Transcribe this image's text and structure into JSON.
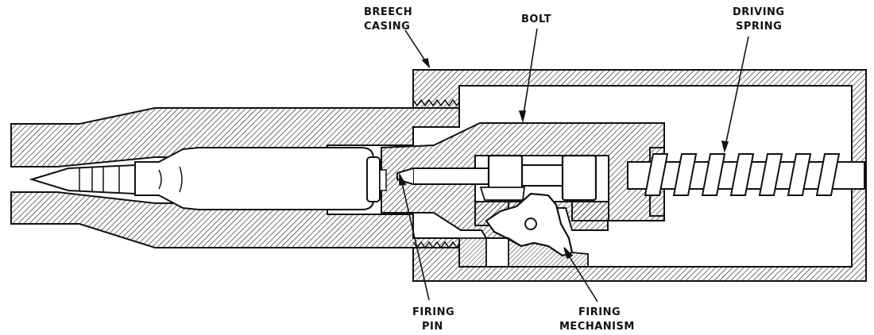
{
  "labels": {
    "breech_casing_1": "BREECH",
    "breech_casing_2": "CASING",
    "bolt": "BOLT",
    "driving_spring_1": "DRIVING",
    "driving_spring_2": "SPRING",
    "firing_pin_1": "FIRING",
    "firing_pin_2": "PIN",
    "firing_mechanism_1": "FIRING",
    "firing_mechanism_2": "MECHANISM"
  },
  "colors": {
    "ink": "#111111",
    "paper": "#ffffff"
  }
}
